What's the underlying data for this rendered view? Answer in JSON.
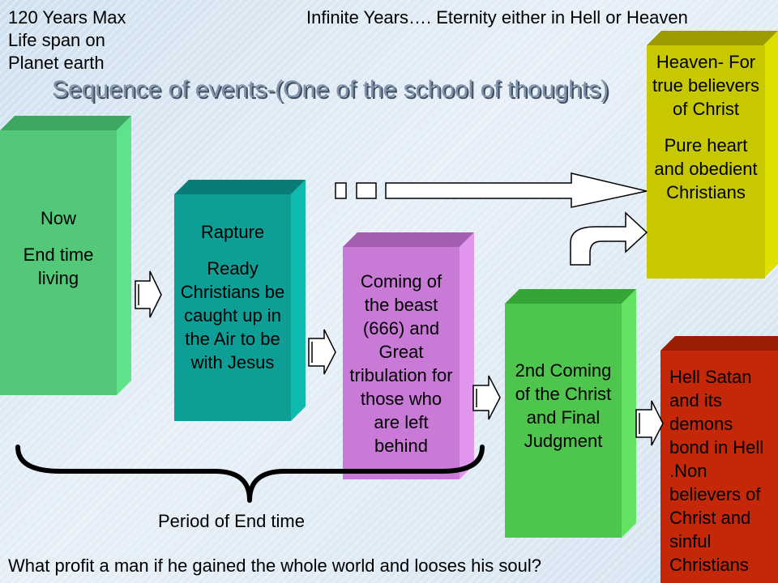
{
  "header": {
    "left_lines": [
      "120 Years Max",
      "Life span on",
      "Planet earth"
    ],
    "right": "Infinite Years…. Eternity either in Hell or Heaven",
    "title": "Sequence of events-(One of the school of thoughts)"
  },
  "boxes": {
    "now": {
      "line1": "Now",
      "line2": "End time living"
    },
    "rapture": {
      "line1": "Rapture",
      "line2": "Ready Christians be caught up in the Air to be with Jesus"
    },
    "beast": {
      "line1": "Coming of the beast (666) and Great tribulation for those who are left behind"
    },
    "second_coming": {
      "line1": "2nd Coming of the Christ and Final Judgment"
    },
    "heaven": {
      "line1": "Heaven- For true believers of Christ",
      "line2": "Pure heart and obedient Christians"
    },
    "hell": {
      "line1": "Hell Satan and its demons bond in Hell .Non believers of Christ and sinful Christians"
    }
  },
  "footer": {
    "period_label": "Period of End time",
    "quote": "What profit a man if he gained the whole world and looses his soul?"
  },
  "colors": {
    "now": "#52c878",
    "rapture": "#0d9e96",
    "beast": "#c87ad6",
    "second_coming": "#4ec64e",
    "heaven": "#c8c800",
    "hell": "#c42808"
  }
}
